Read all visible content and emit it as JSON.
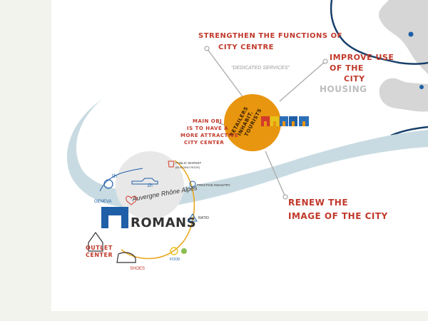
{
  "goals": {
    "strengthen_line1": "STRENGTHEN THE FUNCTIONS OF",
    "strengthen_line2": "CITY CENTRE",
    "dedicated": "\"DEDICATED SERVICES\"",
    "improve_line1": "IMPROVE USE",
    "improve_line2": "OF THE",
    "improve_line3": "CITY",
    "housing": "HOUSING",
    "renew_line1": "RENEW THE",
    "renew_line2": "IMAGE OF THE CITY"
  },
  "main_obj": {
    "line1": "MAIN OBJ",
    "line2": "IS TO HAVE A",
    "line3": "MORE ATTRACTIVE",
    "line4": "CITY CENTER"
  },
  "center_circle": {
    "line1": "RETAILERS",
    "line2": "INHABIT.",
    "line3": "TOURISTS",
    "color": "#e8950f"
  },
  "romans": {
    "label": "ROMANS",
    "region": "Auvergne Rhône Alpes",
    "geneva": "GENEVA",
    "dist1": "1h",
    "dist2": "1h",
    "public_market": "PUBLIC MARKET",
    "public_market_sub": "(BUILDING ROOF)",
    "prestige_industry": "PRESTIGE INDUSTRY",
    "ratio": "RATIO",
    "food": "FOOD",
    "shoes": "SHOES",
    "outlet_line1": "OUTLET",
    "outlet_line2": "CENTER",
    "blue": "#1f5fa8"
  },
  "colors": {
    "river": "#c9dbe2",
    "accent_red": "#c0392b",
    "europe": "#d6d6d6",
    "navy": "#17406b"
  }
}
